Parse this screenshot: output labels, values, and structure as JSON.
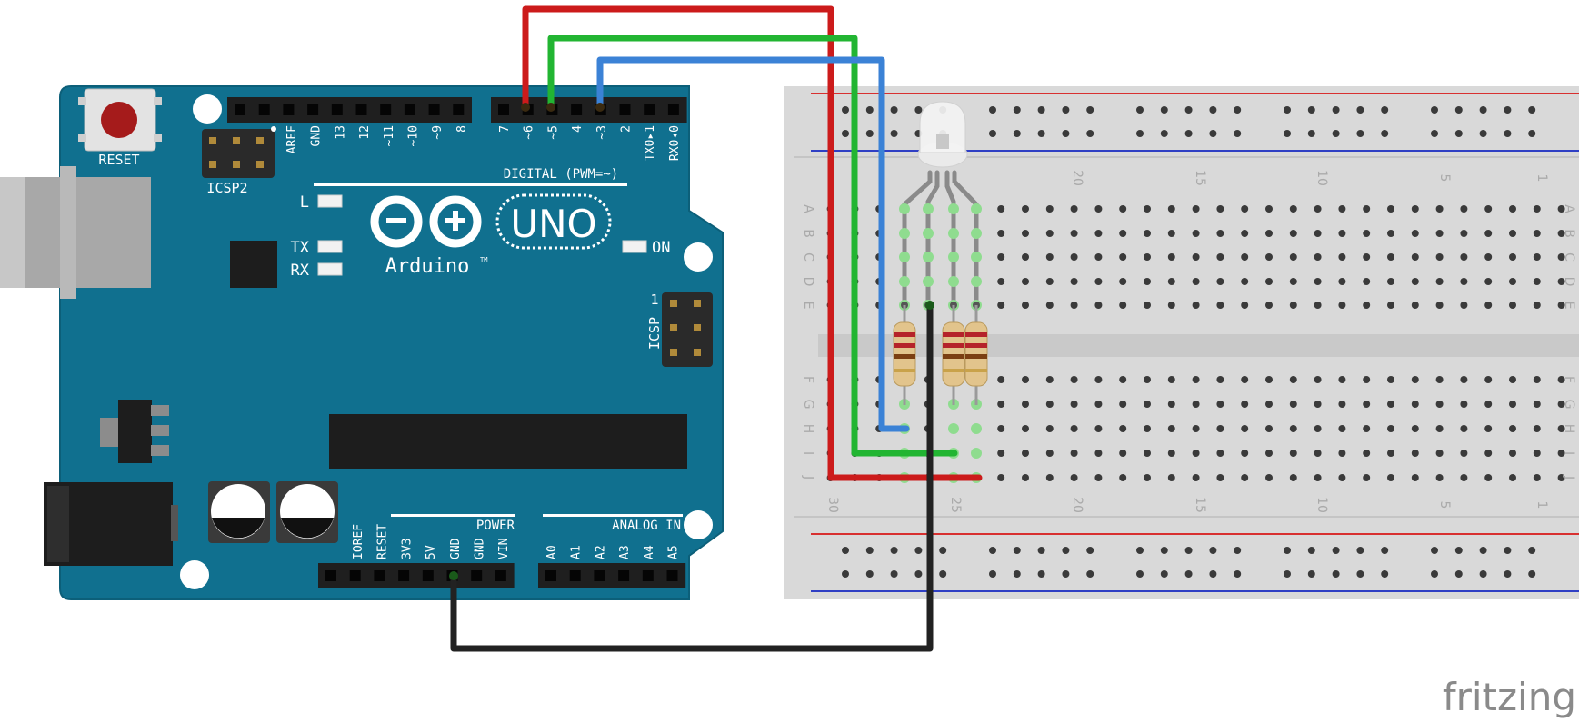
{
  "arduino": {
    "reset_label": "RESET",
    "icsp2_label": "ICSP2",
    "icsp_label": "ICSP",
    "icsp_pin1": "1",
    "led_l": "L",
    "led_tx": "TX",
    "led_rx": "RX",
    "led_on": "ON",
    "uno": "UNO",
    "brand": "Arduino",
    "tm": "TM",
    "digital_label": "DIGITAL (PWM=~)",
    "power_label": "POWER",
    "analog_label": "ANALOG IN",
    "top_pins_left": [
      "AREF",
      "GND",
      "13",
      "12",
      "~11",
      "~10",
      "~9",
      "8"
    ],
    "top_pins_right": [
      "7",
      "~6",
      "~5",
      "4",
      "~3",
      "2",
      "TX0▸1",
      "RX0◂0"
    ],
    "power_pins": [
      "IOREF",
      "RESET",
      "3V3",
      "5V",
      "GND",
      "GND",
      "VIN"
    ],
    "analog_pins": [
      "A0",
      "A1",
      "A2",
      "A3",
      "A4",
      "A5"
    ]
  },
  "breadboard": {
    "row_letters": [
      "A",
      "B",
      "C",
      "D",
      "E",
      "F",
      "G",
      "H",
      "I",
      "J"
    ],
    "col_numbers_top": [
      "20",
      "15",
      "10",
      "5",
      "1"
    ],
    "col_numbers_bottom": [
      "30",
      "25",
      "20",
      "15",
      "10",
      "5",
      "1"
    ]
  },
  "wires": {
    "pin6_color": "#cc1b1b",
    "pin5_color": "#22b532",
    "pin3_color": "#3b82d6",
    "gnd_color": "#222222"
  },
  "colors": {
    "board": "#10708f",
    "board_text": "#ffffff",
    "breadboard": "#d9d9d9",
    "rail_red": "#d83030",
    "rail_blue": "#2f3fc4"
  },
  "footer": {
    "logo": "fritzing"
  }
}
